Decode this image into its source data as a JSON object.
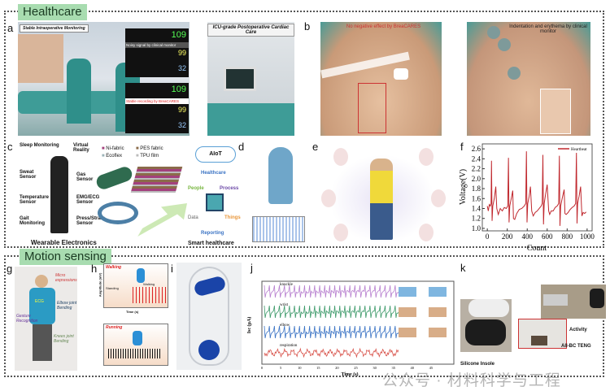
{
  "sections": {
    "healthcare": "Healthcare",
    "motion": "Motion sensing"
  },
  "panels": {
    "a": "a",
    "b": "b",
    "c": "c",
    "d": "d",
    "e": "e",
    "f": "f",
    "g": "g",
    "h": "h",
    "i": "i",
    "j": "j",
    "k": "k"
  },
  "a": {
    "title1": "Stable Intraoperative Monitoring",
    "noisy": "Noisy signal by clinical monitor",
    "stable": "Stable recording by BreaCARES",
    "vals1": [
      "109",
      "99",
      "32"
    ],
    "vals2": [
      "109",
      "99",
      "32"
    ],
    "title2": "ICU-grade Postoperative Cardiac Care"
  },
  "b": {
    "left": "No negative effect by BreaCARES",
    "right": "Indentation and erythema by clinical monitor"
  },
  "c": {
    "items": [
      "Sleep Monitoring",
      "Virtual Reality",
      "Sweat Sensor",
      "Gas Sensor",
      "Temperature Sensor",
      "EMG/ECG Sensor",
      "Gait Monitoring",
      "Press/Strain Sensor"
    ],
    "legend": [
      "Ni-fabric",
      "PES fabric",
      "Ecoflex",
      "TPU film"
    ],
    "caption": "Wearable Electronics",
    "aiot": "AIoT",
    "cycle": [
      "Healthcare",
      "People",
      "Process",
      "Data",
      "Things",
      "Reporting"
    ],
    "smart": "Smart healthcare"
  },
  "f": {
    "chart_data": {
      "type": "line",
      "title": "",
      "xlabel": "Count",
      "ylabel": "Voltage(V)",
      "xlim": [
        -50,
        1050
      ],
      "ylim": [
        0.95,
        2.7
      ],
      "xticks": [
        0,
        200,
        400,
        600,
        800,
        1000
      ],
      "yticks": [
        1.0,
        1.2,
        1.4,
        1.6,
        1.8,
        2.0,
        2.2,
        2.4,
        2.6
      ],
      "legend": "Heartbeat",
      "legend_position": "top-right",
      "series": [
        {
          "name": "Heartbeat",
          "color": "#c0282e",
          "x": [
            0,
            10,
            20,
            30,
            38,
            42,
            48,
            55,
            70,
            85,
            95,
            110,
            130,
            150,
            170,
            190,
            205,
            212,
            218,
            225,
            240,
            255,
            262,
            275,
            295,
            320,
            345,
            370,
            385,
            392,
            398,
            405,
            420,
            432,
            445,
            460,
            480,
            500,
            520,
            540,
            550,
            557,
            563,
            570,
            585,
            600,
            615,
            625,
            640,
            660,
            680,
            700,
            715,
            722,
            728,
            735,
            750,
            770,
            778,
            790,
            810,
            830,
            850,
            870,
            885,
            893,
            899,
            905,
            920,
            935,
            948,
            960,
            975,
            990
          ],
          "y": [
            1.45,
            1.35,
            1.48,
            1.45,
            1.5,
            2.36,
            1.15,
            1.45,
            1.6,
            1.84,
            1.4,
            1.28,
            1.4,
            1.35,
            1.42,
            1.4,
            1.45,
            2.42,
            1.12,
            1.45,
            1.6,
            1.76,
            1.2,
            1.18,
            1.3,
            1.38,
            1.4,
            1.45,
            1.5,
            2.55,
            1.12,
            1.5,
            1.65,
            1.84,
            1.35,
            1.25,
            1.32,
            1.35,
            1.4,
            1.45,
            1.5,
            2.48,
            1.08,
            1.5,
            1.7,
            1.88,
            1.35,
            1.28,
            1.35,
            1.35,
            1.42,
            1.45,
            1.5,
            2.46,
            1.05,
            1.45,
            1.6,
            1.78,
            1.3,
            1.28,
            1.32,
            1.38,
            1.42,
            1.45,
            1.5,
            2.52,
            1.1,
            1.5,
            1.65,
            1.84,
            1.25,
            1.32,
            1.3,
            1.33
          ]
        }
      ]
    }
  },
  "g": {
    "labels": [
      "Micro expressions",
      "ECG",
      "Elbow joint Bending",
      "Gesture Recognition",
      "Knees joint Bending"
    ]
  },
  "h": {
    "walking": "Walking",
    "running": "Running",
    "standing": "Standing",
    "walk_label": "Walking",
    "ylabel": "Amplitude (mV)",
    "xlabel": "Time (s)"
  },
  "j": {
    "chart_data": {
      "type": "line",
      "xlabel": "Time (s)",
      "ylabel": "Isc (μA)",
      "xticks": [
        0,
        5,
        10,
        15,
        20,
        25,
        30,
        35,
        40,
        45
      ],
      "series": [
        {
          "name": "knuckle",
          "color": "#b77fcf"
        },
        {
          "name": "wrist",
          "color": "#3d9a6a"
        },
        {
          "name": "elbow",
          "color": "#3a73c4"
        },
        {
          "name": "respiration",
          "color": "#d8524a"
        }
      ]
    }
  },
  "k": {
    "insole": "Silicone Insole",
    "teng": "All-BC TENG",
    "activity": "Activity"
  },
  "watermark": "公众号 · 材料科学与工程"
}
